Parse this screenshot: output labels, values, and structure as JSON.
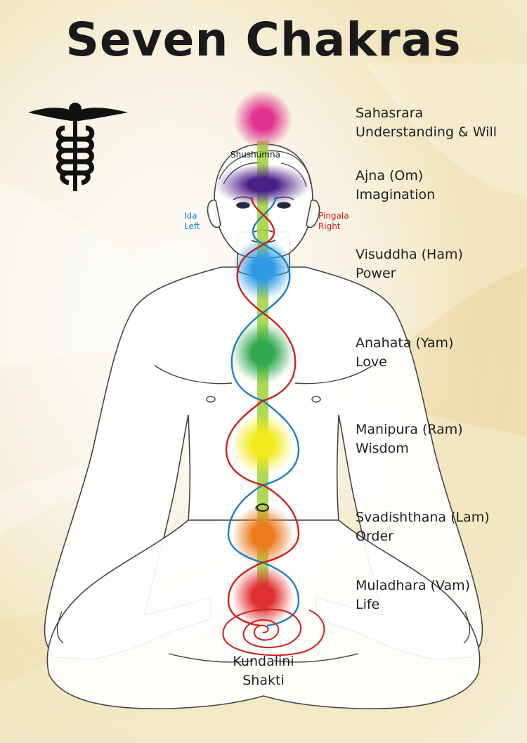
{
  "title": "Seven Chakras",
  "colors": {
    "ida": "#1c7fc4",
    "pingala": "#cc1f1f",
    "sushumna": "#9fd23a",
    "chakra_crown": "#e2348f",
    "chakra_third_eye": "#5b2a91",
    "chakra_throat": "#2d9be6",
    "chakra_heart": "#2fa84f",
    "chakra_solar": "#f2ea1c",
    "chakra_sacral": "#ec7a1e",
    "chakra_root": "#e03030"
  },
  "icon": "caduceus-icon",
  "channels": {
    "sushumna": "Shushumna",
    "ida": [
      "Ida",
      "Left"
    ],
    "pingala": [
      "Pingala",
      "Right"
    ]
  },
  "chakras": [
    {
      "name": "Sahasrara",
      "meaning": "Understanding & Will"
    },
    {
      "name": "Ajna (Om)",
      "meaning": "Imagination"
    },
    {
      "name": "Visuddha (Ham)",
      "meaning": "Power"
    },
    {
      "name": "Anahata (Yam)",
      "meaning": "Love"
    },
    {
      "name": "Manipura (Ram)",
      "meaning": "Wisdom"
    },
    {
      "name": "Svadishthana (Lam)",
      "meaning": "Order"
    },
    {
      "name": "Muladhara (Vam)",
      "meaning": "Life"
    }
  ],
  "base": [
    "Kundalini",
    "Shakti"
  ]
}
